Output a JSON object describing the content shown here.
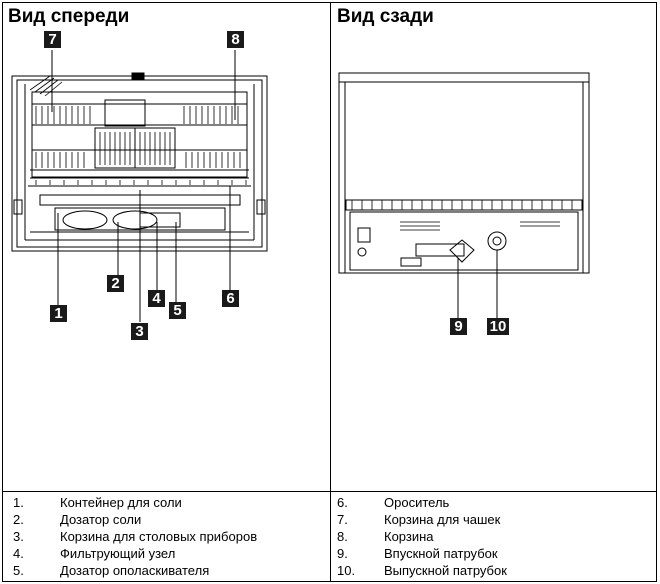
{
  "front": {
    "title": "Вид спереди"
  },
  "rear": {
    "title": "Вид сзади"
  },
  "callouts": [
    "1",
    "2",
    "3",
    "4",
    "5",
    "6",
    "7",
    "8",
    "9",
    "10"
  ],
  "legend_left": [
    {
      "num": "1.",
      "text": "Контейнер для соли"
    },
    {
      "num": "2.",
      "text": "Дозатор соли"
    },
    {
      "num": "3.",
      "text": "Корзина для столовых приборов"
    },
    {
      "num": "4.",
      "text": "Фильтрующий узел"
    },
    {
      "num": "5.",
      "text": "Дозатор ополаскивателя"
    }
  ],
  "legend_right": [
    {
      "num": "6.",
      "text": "Ороситель"
    },
    {
      "num": "7.",
      "text": "Корзина для чашек"
    },
    {
      "num": "8.",
      "text": "Корзина"
    },
    {
      "num": "9.",
      "text": "Впускной патрубок"
    },
    {
      "num": "10.",
      "text": "Выпускной патрубок"
    }
  ]
}
